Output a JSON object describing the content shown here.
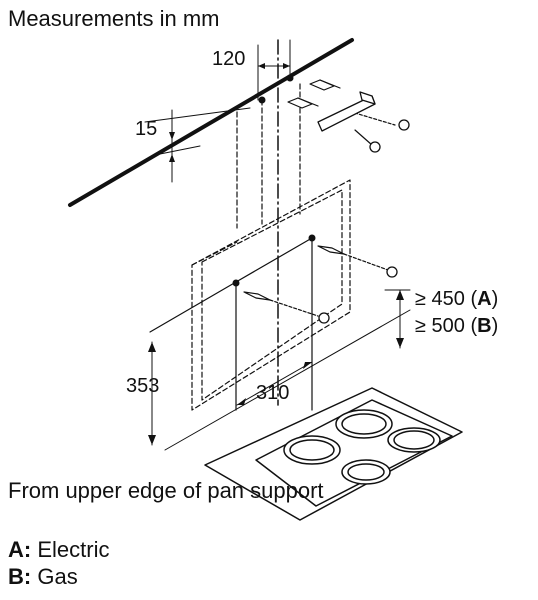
{
  "title": "Measurements in mm",
  "dimensions": {
    "d120": "120",
    "d15": "15",
    "d353": "353",
    "d310": "310",
    "dA_prefix": "≥ 450 (",
    "dA_letter": "A",
    "dA_suffix": ")",
    "dB_prefix": "≥ 500 (",
    "dB_letter": "B",
    "dB_suffix": ")"
  },
  "footnote": "From upper edge of pan support",
  "legend": [
    {
      "key": "A:",
      "label": "Electric"
    },
    {
      "key": "B:",
      "label": "Gas"
    }
  ]
}
